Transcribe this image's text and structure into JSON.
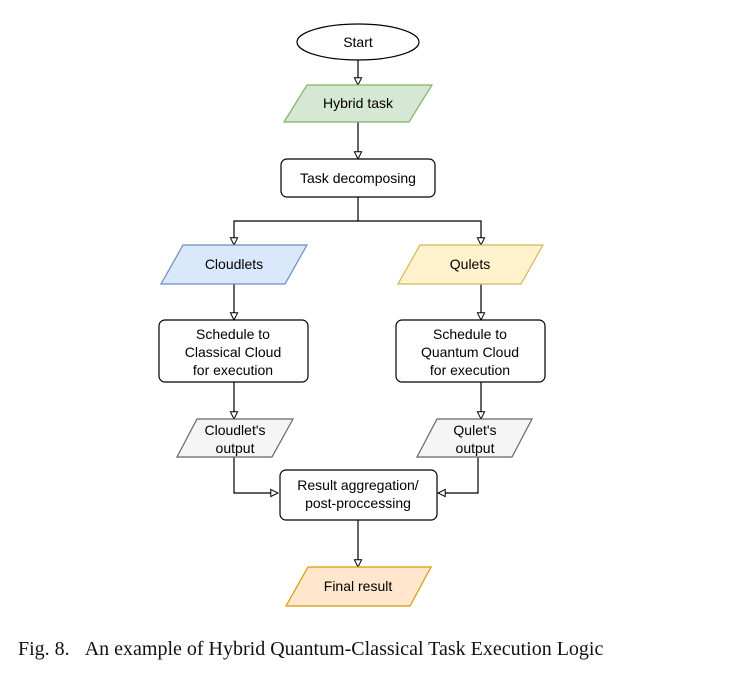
{
  "colors": {
    "hybrid_fill": "#d5e8d4",
    "hybrid_stroke": "#82b366",
    "cloudlets_fill": "#dae8fc",
    "cloudlets_stroke": "#6c8ebf",
    "qulets_fill": "#fff2cc",
    "qulets_stroke": "#d6b656",
    "output_fill": "#f5f5f5",
    "output_stroke": "#666666",
    "final_fill": "#ffe6cc",
    "final_stroke": "#d79b00"
  },
  "nodes": {
    "start": "Start",
    "hybrid_task": "Hybrid task",
    "task_decomposing": "Task decomposing",
    "cloudlets": "Cloudlets",
    "qulets": "Qulets",
    "schedule_classical": [
      "Schedule to",
      "Classical Cloud",
      "for execution"
    ],
    "schedule_quantum": [
      "Schedule to",
      "Quantum Cloud",
      "for execution"
    ],
    "cloudlet_output": [
      "Cloudlet's",
      "output"
    ],
    "qulet_output": [
      "Qulet's",
      "output"
    ],
    "aggregation": [
      "Result aggregation/",
      "post-proccessing"
    ],
    "final_result": "Final result"
  },
  "caption": {
    "label": "Fig. 8.",
    "text": "An example of Hybrid Quantum-Classical Task Execution Logic"
  }
}
